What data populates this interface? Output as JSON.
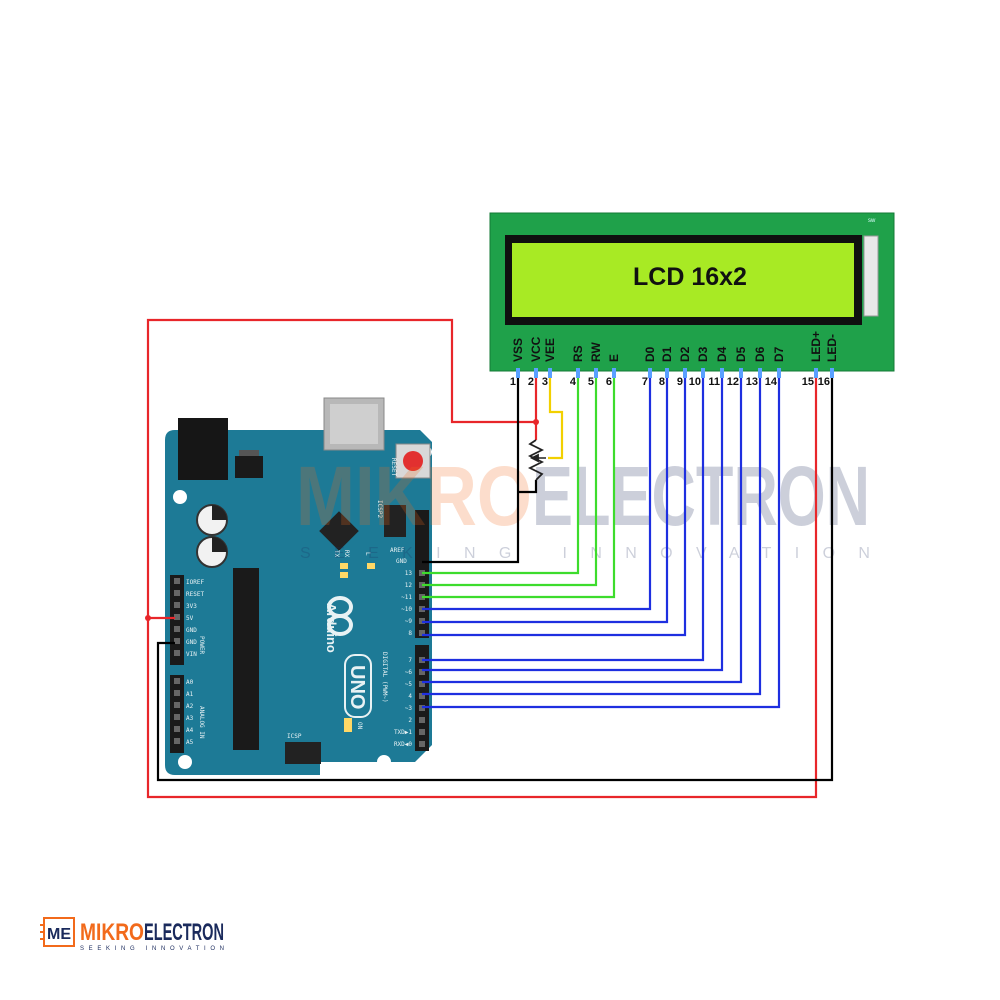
{
  "lcd": {
    "title": "LCD 16x2",
    "corner_mark": "sw",
    "pins": [
      {
        "label": "VSS",
        "num": "1"
      },
      {
        "label": "VCC",
        "num": "2"
      },
      {
        "label": "VEE",
        "num": "3"
      },
      {
        "label": "RS",
        "num": "4"
      },
      {
        "label": "RW",
        "num": "5"
      },
      {
        "label": "E",
        "num": "6"
      },
      {
        "label": "D0",
        "num": "7"
      },
      {
        "label": "D1",
        "num": "8"
      },
      {
        "label": "D2",
        "num": "9"
      },
      {
        "label": "D3",
        "num": "10"
      },
      {
        "label": "D4",
        "num": "11"
      },
      {
        "label": "D5",
        "num": "12"
      },
      {
        "label": "D6",
        "num": "13"
      },
      {
        "label": "D7",
        "num": "14"
      },
      {
        "label": "LED+",
        "num": "15"
      },
      {
        "label": "LED-",
        "num": "16"
      }
    ]
  },
  "board": {
    "name": "UNO",
    "brand": "Arduino",
    "icsp2": "ICSP2",
    "icsp": "ICSP",
    "reset_btn": "RESET",
    "tx": "TX",
    "rx": "RX",
    "l": "L",
    "on": "ON",
    "aref": "AREF",
    "gnd": "GND",
    "digital": "DIGITAL (PWM~)",
    "power": "POWER",
    "analog": "ANALOG IN",
    "power_pins": [
      "IOREF",
      "RESET",
      "3V3",
      "5V",
      "GND",
      "GND",
      "VIN"
    ],
    "analog_pins": [
      "A0",
      "A1",
      "A2",
      "A3",
      "A4",
      "A5"
    ],
    "digital_pins_top": [
      "13",
      "12",
      "~11",
      "~10",
      "~9",
      "8"
    ],
    "digital_pins_bottom": [
      "7",
      "~6",
      "~5",
      "4",
      "~3",
      "2",
      "TXD▶1",
      "RXD◀0"
    ]
  },
  "watermark": {
    "text_a": "MIKRO",
    "text_b": "ELECTRON",
    "tagline": "SEEKING INNOVATION"
  },
  "logo": {
    "mark": "ME",
    "name_a": "MIKRO",
    "name_b": "ELECTRON",
    "tagline": "SEEKING INNOVATION"
  },
  "colors": {
    "lcd_screen": "#a8ea24",
    "lcd_pcb": "#1fa14a",
    "board": "#1d7a96",
    "wire_power": "#e8262a",
    "wire_ground": "#000000",
    "wire_contrast": "#f2d000",
    "wire_control": "#3ddc2c",
    "wire_data": "#1e2fe0",
    "brand_orange": "#f26a1b",
    "brand_navy": "#1a2a5c"
  }
}
